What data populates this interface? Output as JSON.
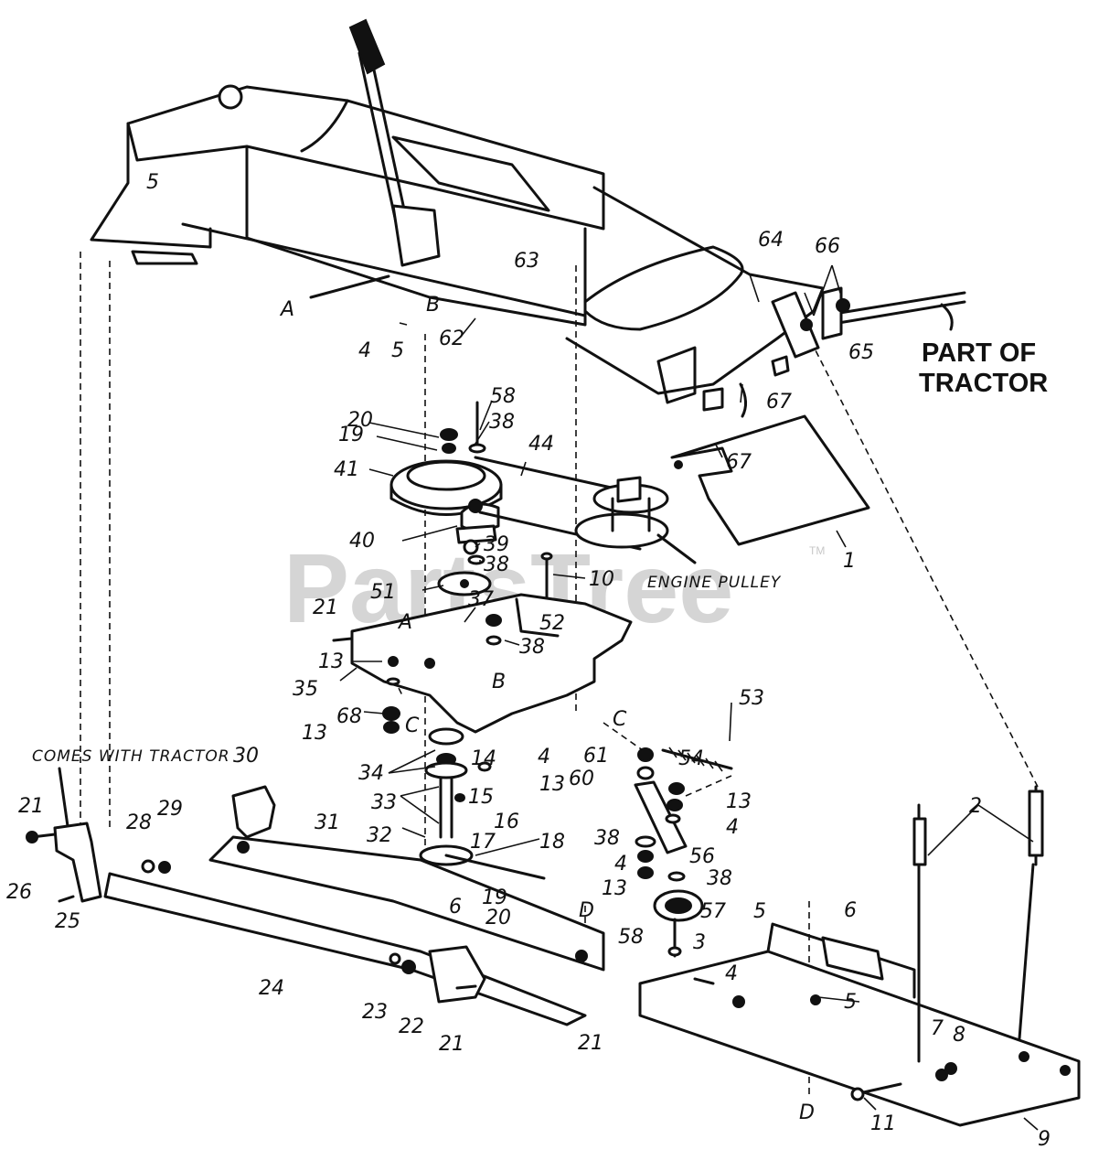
{
  "diagram": {
    "callouts": [
      "PART OF",
      "TRACTOR",
      "ENGINE PULLEY",
      "COMES WITH TRACTOR"
    ],
    "watermark": {
      "text": "PartsTree",
      "trademark": "TM"
    },
    "part_numbers": {
      "p1": "1",
      "p2": "2",
      "p3": "3",
      "p4a": "4",
      "p4b": "4",
      "p4c": "4",
      "p4d": "4",
      "p4e": "4",
      "p5a": "5",
      "p5b": "5",
      "p5c": "5",
      "p5d": "5",
      "p6a": "6",
      "p6b": "6",
      "p7": "7",
      "p8": "8",
      "p9": "9",
      "p10": "10",
      "p11": "11",
      "p13a": "13",
      "p13b": "13",
      "p13c": "13",
      "p13d": "13",
      "p13e": "13",
      "p14": "14",
      "p15": "15",
      "p16": "16",
      "p17": "17",
      "p18": "18",
      "p19a": "19",
      "p19b": "19",
      "p20a": "20",
      "p20b": "20",
      "p21a": "21",
      "p21b": "21",
      "p21c": "21",
      "p21d": "21",
      "p22": "22",
      "p23": "23",
      "p24": "24",
      "p25": "25",
      "p26": "26",
      "p28": "28",
      "p29": "29",
      "p30": "30",
      "p31": "31",
      "p32": "32",
      "p33": "33",
      "p34": "34",
      "p35": "35",
      "p37": "37",
      "p38a": "38",
      "p38b": "38",
      "p38c": "38",
      "p38d": "38",
      "p38e": "38",
      "p39": "39",
      "p40": "40",
      "p41": "41",
      "p44": "44",
      "p51": "51",
      "p52": "52",
      "p53": "53",
      "p54": "54",
      "p56": "56",
      "p57": "57",
      "p58a": "58",
      "p58b": "58",
      "p60": "60",
      "p61": "61",
      "p62": "62",
      "p63": "63",
      "p64": "64",
      "p65": "65",
      "p66": "66",
      "p67a": "67",
      "p67b": "67",
      "p68": "68"
    },
    "reference_letters": {
      "A1": "A",
      "A2": "A",
      "B1": "B",
      "B2": "B",
      "C1": "C",
      "C2": "C",
      "D1": "D",
      "D2": "D"
    }
  }
}
